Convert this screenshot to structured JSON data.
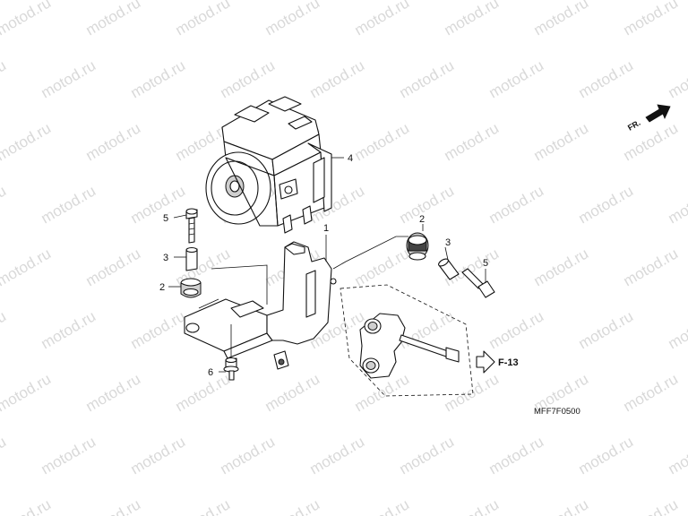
{
  "watermark": {
    "text": "motod.ru"
  },
  "callouts": {
    "abs_modulator": "4",
    "bracket": "1",
    "grommet_left": "2",
    "grommet_right": "2",
    "collar_left": "3",
    "collar_right": "3",
    "bolt_left": "5",
    "bolt_right": "5",
    "flange_bolt": "6"
  },
  "direction_indicator": {
    "label": "FR."
  },
  "reference": {
    "label": "F-13"
  },
  "diagram_code": "MFF7F0500",
  "icons": [
    "front-arrow-icon",
    "reference-arrow-icon"
  ]
}
